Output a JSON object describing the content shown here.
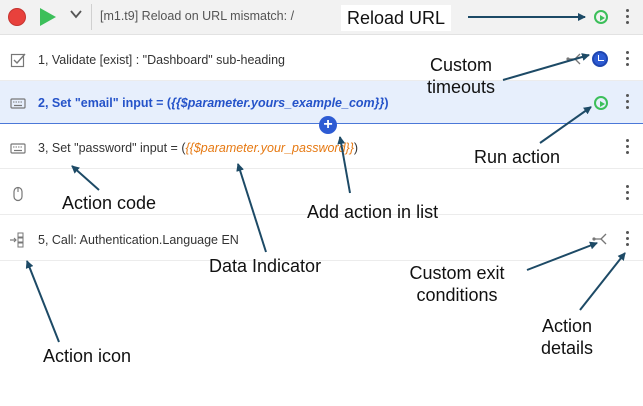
{
  "toolbar": {
    "macro_title": "[m1.t9] Reload on URL mismatch: /",
    "icons": [
      "record-icon",
      "play-icon",
      "chevron-down-icon"
    ]
  },
  "actions": [
    {
      "text": "1, Validate [exist] : \"Dashboard\" sub-heading",
      "icon": "checkbox-icon"
    },
    {
      "prefix": "2, Set \"email\" input = (",
      "param": "{{$parameter.yours_example_com}}",
      "suffix": ")",
      "icon": "keyboard-icon",
      "selected": true
    },
    {
      "prefix": "3, Set \"password\" input = (",
      "param": "{{$parameter.your_password}}",
      "suffix": ")",
      "icon": "keyboard-icon"
    },
    {
      "text": "",
      "icon": "mouse-icon"
    },
    {
      "text": "5, Call: Authentication.Language EN",
      "icon": "flow-icon"
    }
  ],
  "callouts": {
    "reload_url": "Reload URL",
    "custom_timeouts_line1": "Custom",
    "custom_timeouts_line2": "timeouts",
    "run_action": "Run action",
    "action_code": "Action code",
    "add_action": "Add action in list",
    "data_indicator": "Data Indicator",
    "custom_exit_line1": "Custom exit",
    "custom_exit_line2": "conditions",
    "action_details_line1": "Action",
    "action_details_line2": "details",
    "action_icon": "Action icon"
  },
  "colors": {
    "selected_row": "#e7effc",
    "accent_blue": "#2553c9",
    "data_orange": "#e67912",
    "run_green": "#3cbf5a",
    "record_red": "#e8413c"
  }
}
